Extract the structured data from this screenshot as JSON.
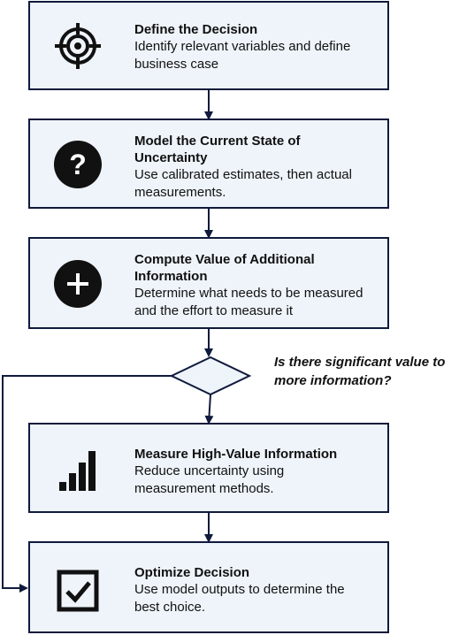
{
  "steps": [
    {
      "title": "Define the Decision",
      "description": "Identify relevant variables and define business case",
      "icon": "target-icon"
    },
    {
      "title": "Model the Current State of Uncertainty",
      "description": "Use calibrated estimates, then actual measurements.",
      "icon": "question-mark-icon"
    },
    {
      "title": "Compute Value of Additional Information",
      "description": "Determine what needs to be measured and the effort to measure it",
      "icon": "plus-icon"
    },
    {
      "title": "Measure High-Value Information",
      "description": "Reduce uncertainty using measurement methods.",
      "icon": "bar-chart-icon"
    },
    {
      "title": "Optimize Decision",
      "description": "Use model outputs to determine the best choice.",
      "icon": "checkbox-icon"
    }
  ],
  "decision": {
    "question": "Is there significant value to more information?"
  },
  "colors": {
    "box_fill": "#eef4fa",
    "stroke": "#0f1a3c",
    "text": "#111111"
  }
}
